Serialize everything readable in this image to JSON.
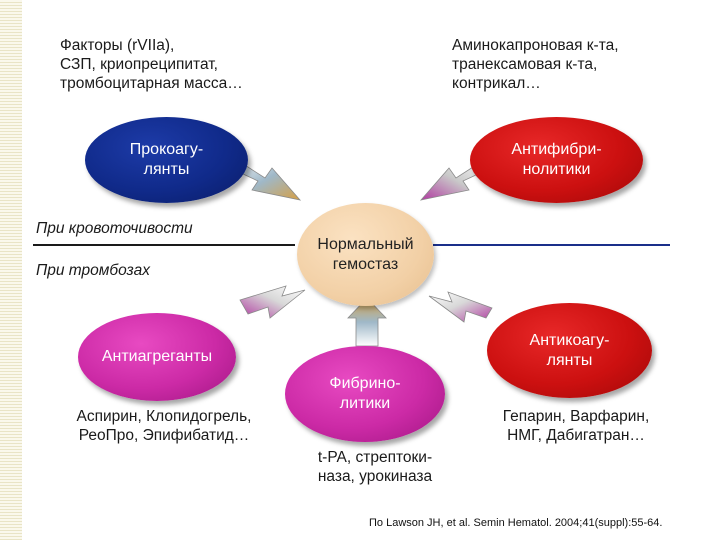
{
  "top_left_text": "Факторы (rVIIa),\nСЗП, криопреципитат,\nтромбоцитарная масса…",
  "top_right_text": "Аминокапроновая к-та,\nтранексамовая к-та,\nконтрикал…",
  "procoagulants": "Прокоагу-\nлянты",
  "antifibrinolytics": "Антифибри-\nнолитики",
  "bleeding_label": "При кровоточивости",
  "thrombosis_label": "При тромбозах",
  "center_label": "Нормальный\nгемостаз",
  "antiaggregants": "Антиагреганты",
  "anticoagulants": "Антикоагу-\nлянты",
  "fibrinolytics": "Фибрино-\nлитики",
  "bottom_left_text": "Аспирин, Клопидогрель,\nРеоПро, Эпифибатид…",
  "bottom_center_text": "t-PA, стрептоки-\nназа,  урокиназа",
  "bottom_right_text": "Гепарин, Варфарин,\nНМГ, Дабигатран…",
  "citation": "По Lawson JH, et al. Semin Hematol. 2004;41(suppl):55-64.",
  "colors": {
    "navy": "#102a8a",
    "red": "#cc1010",
    "magenta": "#cc2aa6",
    "beige": "#f2d0a6",
    "arrow_gray": "#c9c9c9",
    "arrow_gold": "#d6a046",
    "arrow_purple": "#b03aa0"
  }
}
